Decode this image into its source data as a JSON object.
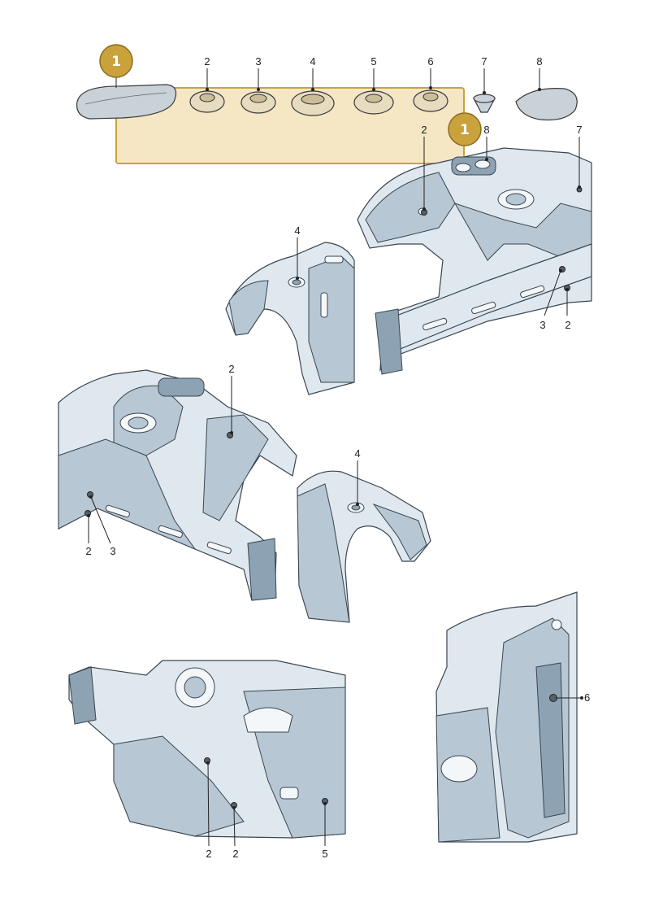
{
  "callouts": {
    "top_row": [
      "2",
      "3",
      "4",
      "5",
      "6",
      "7",
      "8"
    ],
    "view1": [
      "2",
      "8",
      "7",
      "3",
      "2"
    ],
    "view2": [
      "4"
    ],
    "view3": [
      "2",
      "2",
      "3"
    ],
    "view4": [
      "4"
    ],
    "view5": [
      "2",
      "2",
      "5"
    ],
    "view6": [
      "6"
    ]
  },
  "badges": {
    "set_label": "1"
  },
  "colors": {
    "highlight_fill": "#f5e6c4",
    "highlight_border": "#c9a23c",
    "badge": "#c9a23c",
    "body_panel": "#dfe8ee"
  }
}
